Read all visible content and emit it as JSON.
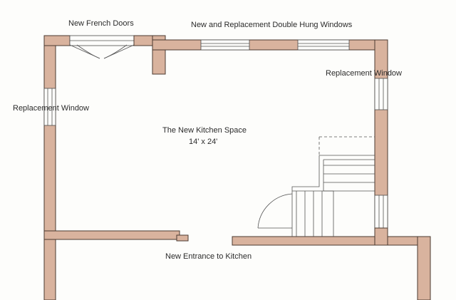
{
  "labels": {
    "french_doors": "New French Doors",
    "double_hung": "New and Replacement Double Hung Windows",
    "replacement_window_right": "Replacement Window",
    "replacement_window_left": "Replacement Window",
    "kitchen_title": "The New Kitchen Space",
    "kitchen_size": "14' x 24'",
    "new_entrance": "New Entrance to Kitchen"
  },
  "colors": {
    "wall_fill": "#d9b39e",
    "line": "#4a3a30",
    "paper": "#fdfdfb"
  }
}
